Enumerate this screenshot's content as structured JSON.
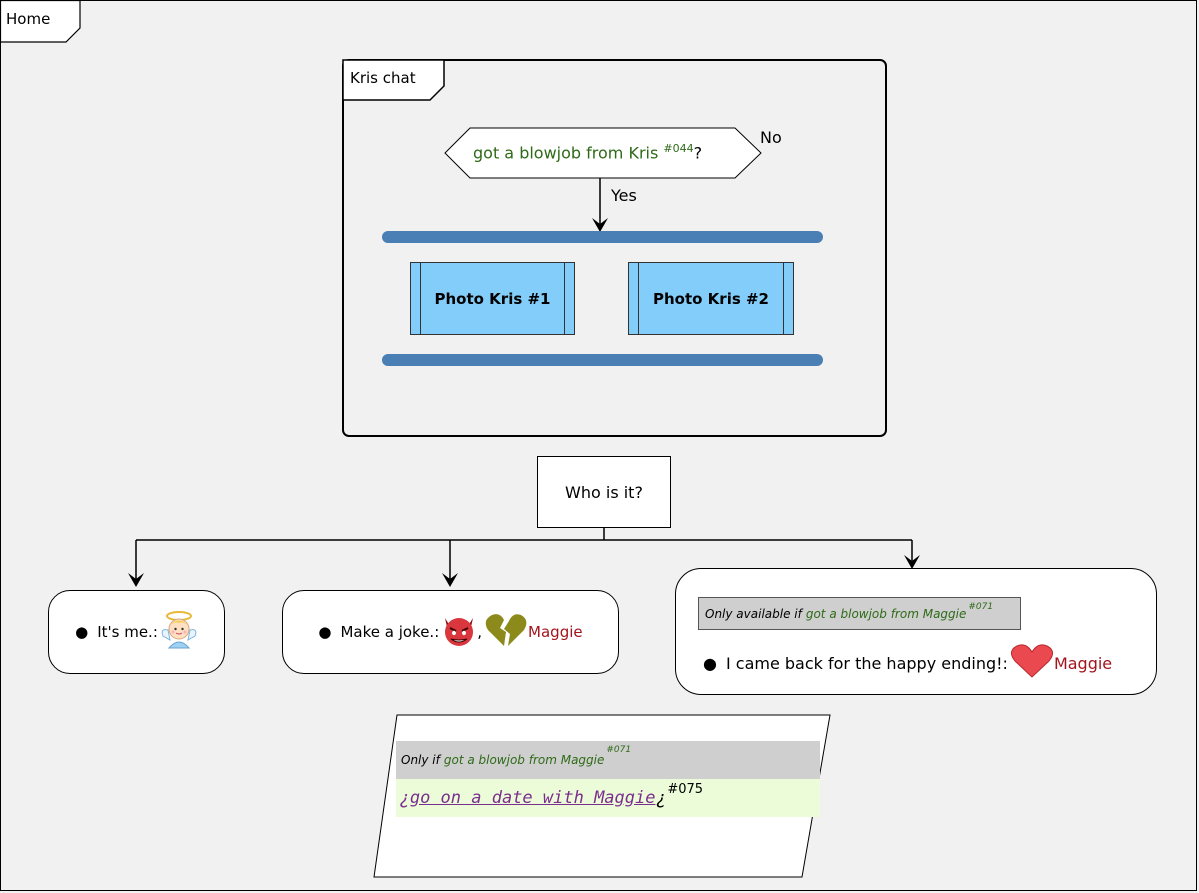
{
  "frames": {
    "home_label": "Home",
    "kris_chat_label": "Kris chat"
  },
  "decision": {
    "condition_text": "got a blowjob from Kris",
    "condition_id": "#044",
    "question_mark": "?",
    "no_label": "No",
    "yes_label": "Yes"
  },
  "fork": {
    "photos": [
      "Photo Kris #1",
      "Photo Kris #2"
    ]
  },
  "question_box": {
    "text": "Who is it?"
  },
  "options": [
    {
      "label": "It's me.:",
      "icon": "angel-icon"
    },
    {
      "label": "Make a joke.:",
      "icon": "devil-icon",
      "separator": ",",
      "icon2": "broken-heart-icon",
      "character": "Maggie"
    },
    {
      "availability_prefix": "Only available if",
      "availability_condition": "got a blowjob from Maggie",
      "availability_id": "#071",
      "label": "I came back for the happy ending!:",
      "icon": "heart-icon",
      "character": "Maggie"
    }
  ],
  "outcome": {
    "condition_prefix": "Only if",
    "condition_text": "got a blowjob from Maggie",
    "condition_id": "#071",
    "inverted_mark_open": "¿",
    "action_text": "go on a date with Maggie",
    "inverted_mark_close": "¿",
    "action_id": "#075"
  },
  "colors": {
    "background": "#f1f1f1",
    "condition_green": "#2e6a17",
    "character_red": "#a3141c",
    "fork_bar": "#4a7fb5",
    "photo_fill": "#82cdf9",
    "link_purple": "#7a2e8e",
    "action_bg": "#ecfcd9"
  }
}
